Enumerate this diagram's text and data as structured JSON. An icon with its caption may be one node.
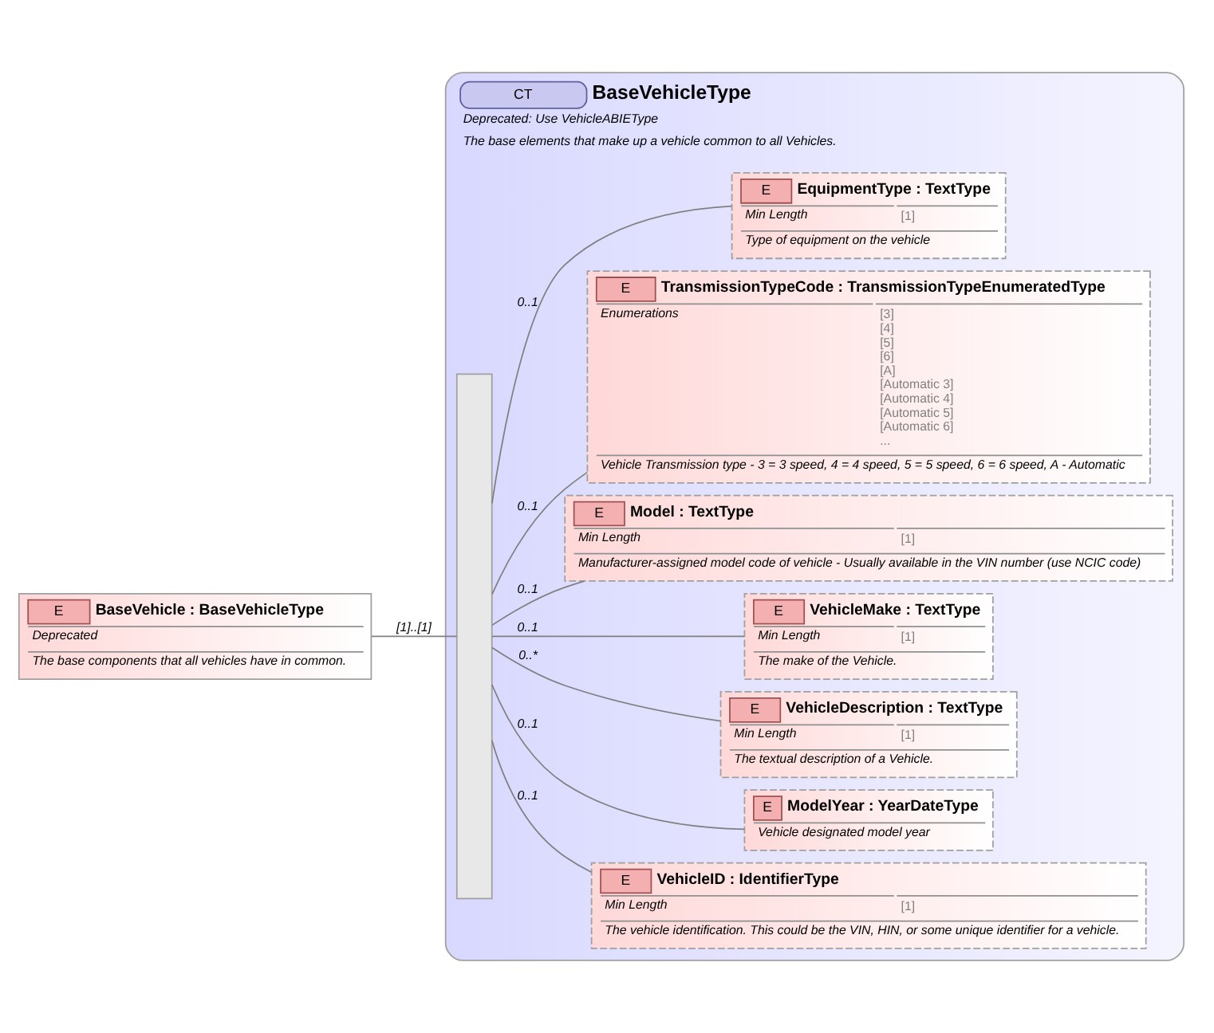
{
  "diagram": {
    "nodes": [
      {
        "text": [
          "E",
          "BaseVehicle : BaseVehicleType",
          "Deprecated",
          "The base components that all vehicles have in common."
        ]
      },
      {
        "text": [
          "CT",
          "BaseVehicleType",
          "Deprecated: Use VehicleABIEType",
          "The base elements that make up a vehicle common to all Vehicles."
        ]
      },
      {
        "text": [],
        "shape": "bar",
        "in": 1
      },
      {
        "text": [
          "E",
          "VehicleID : IdentifierType",
          "Min Length",
          "[1]",
          "The vehicle identification. This could be the VIN, HIN, or some unique identifier for a vehicle."
        ],
        "in": 1
      },
      {
        "text": [
          "E",
          "ModelYear : YearDateType",
          "Vehicle designated model year"
        ],
        "in": 1
      },
      {
        "text": [
          "E",
          "VehicleDescription : TextType",
          "Min Length",
          "[1]",
          "The textual description of a Vehicle."
        ],
        "in": 1
      },
      {
        "text": [
          "E",
          "VehicleMake : TextType",
          "Min Length",
          "[1]",
          "The make of the Vehicle."
        ],
        "in": 1
      },
      {
        "text": [
          "E",
          "Model : TextType",
          "Min Length",
          "[1]",
          "Manufacturer-assigned model code of vehicle - Usually available in the VIN number (use NCIC code)"
        ],
        "in": 1
      },
      {
        "text": [
          "E",
          "TransmissionTypeCode : TransmissionTypeEnumeratedType",
          "Enumerations",
          "[3]",
          "[4]",
          "[5]",
          "[6]",
          "[A]",
          "[Automatic 3]",
          "[Automatic 4]",
          "[Automatic 5]",
          "[Automatic 6]",
          "...",
          "Vehicle Transmission type - 3 = 3 speed, 4 = 4 speed, 5 = 5 speed, 6 = 6 speed, A - Automatic"
        ],
        "in": 1
      },
      {
        "text": [
          "E",
          "EquipmentType : TextType",
          "Min Length",
          "[1]",
          "Type of equipment on the vehicle"
        ],
        "in": 1
      }
    ],
    "edges": [
      {
        "from": 0,
        "to": 2,
        "arrow": "none",
        "label": "[1]..[1]"
      },
      {
        "from": 2,
        "to": 3,
        "arrow": "none",
        "label": "0..1"
      },
      {
        "from": 2,
        "to": 4,
        "arrow": "none",
        "label": "0..1"
      },
      {
        "from": 2,
        "to": 5,
        "arrow": "none",
        "label": "0..*"
      },
      {
        "from": 2,
        "to": 6,
        "arrow": "none",
        "label": "0..1"
      },
      {
        "from": 2,
        "to": 7,
        "arrow": "none",
        "label": "0..1"
      },
      {
        "from": 2,
        "to": 8,
        "arrow": "none",
        "label": "0..1"
      },
      {
        "from": 2,
        "to": 9,
        "arrow": "none",
        "label": "0..1"
      }
    ]
  }
}
